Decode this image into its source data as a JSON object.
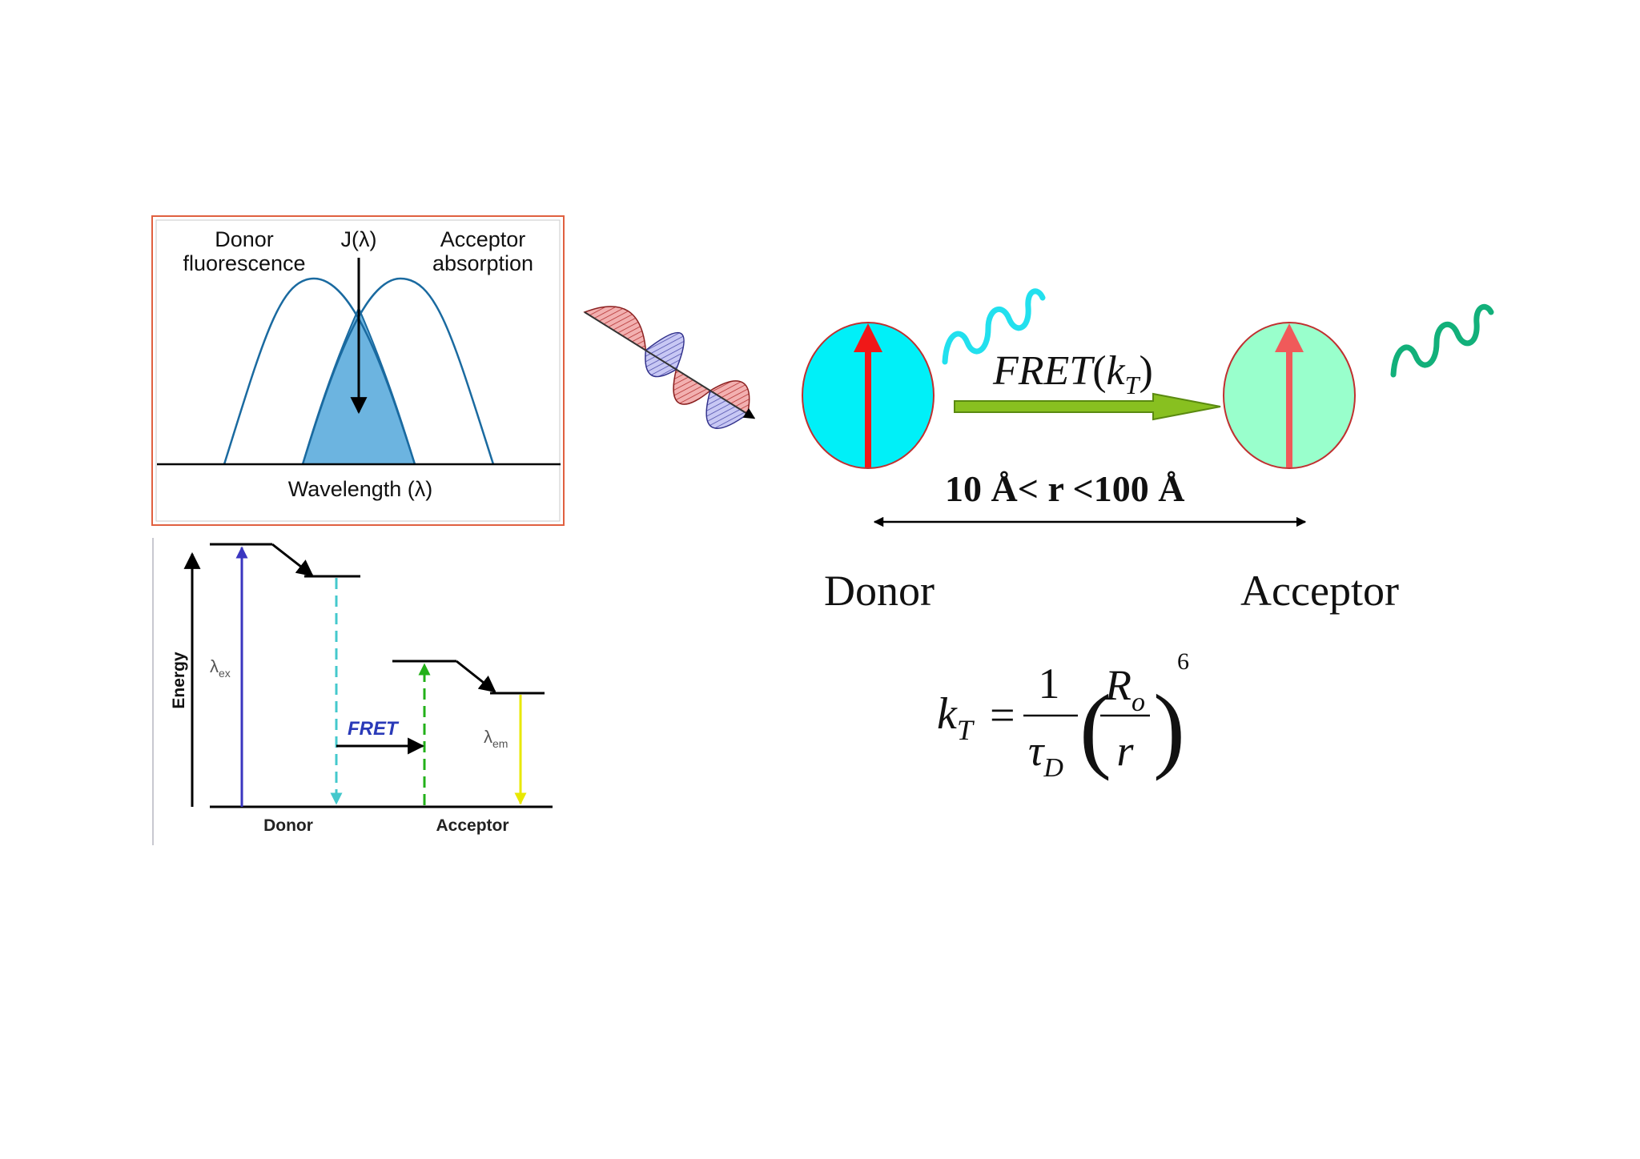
{
  "spectral_overlap": {
    "donor_label_line1": "Donor",
    "donor_label_line2": "fluorescence",
    "overlap_label": "J(λ)",
    "acceptor_label_line1": "Acceptor",
    "acceptor_label_line2": "absorption",
    "xlabel": "Wavelength (λ)"
  },
  "energy_diagram": {
    "ylabel": "Energy",
    "excitation_label": "λ",
    "excitation_sub": "ex",
    "fret_label": "FRET",
    "emission_label": "λ",
    "emission_sub": "em",
    "donor_label": "Donor",
    "acceptor_label": "Acceptor"
  },
  "transfer": {
    "fret_label": "FRET",
    "k_symbol": "k",
    "k_sub": "T",
    "distance_prefix": "10 Å",
    "distance_lt1": "<",
    "distance_r": "r",
    "distance_lt2": "<",
    "distance_suffix": "100 Å",
    "donor_label": "Donor",
    "acceptor_label": "Acceptor"
  },
  "formula": {
    "lhs_k": "k",
    "lhs_sub": "T",
    "equals": "=",
    "numerator": "1",
    "tau": "τ",
    "tau_sub": "D",
    "R": "R",
    "R_sub": "o",
    "r": "r",
    "exponent": "6",
    "open_paren": "(",
    "close_paren": ")"
  },
  "colors": {
    "donor_fill": "#00f0f8",
    "acceptor_fill": "#99ffcc",
    "overlap_fill": "#6cb4e0",
    "curve": "#1a6aa0",
    "transfer_arrow": "#88c020",
    "donor_wave": "#22e0ee",
    "acceptor_wave": "#12b07a"
  }
}
